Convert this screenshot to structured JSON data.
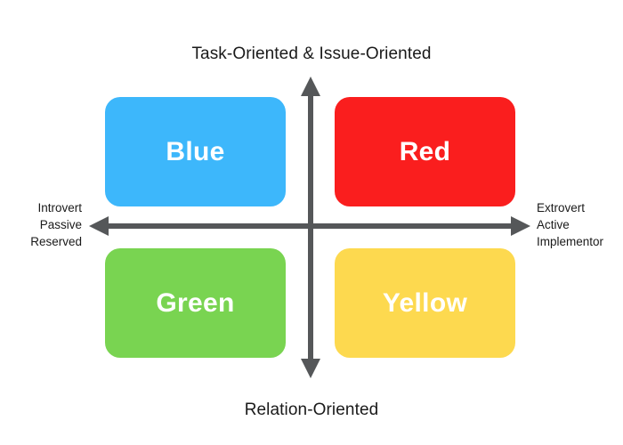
{
  "axes": {
    "top_title": "Task-Oriented & Issue-Oriented",
    "bottom_title": "Relation-Oriented",
    "left_labels": [
      "Introvert",
      "Passive",
      "Reserved"
    ],
    "right_labels": [
      "Extrovert",
      "Active",
      "Implementor"
    ],
    "line_color": "#555759"
  },
  "quadrants": [
    {
      "id": "blue",
      "label": "Blue",
      "color": "#3db7fb",
      "text_color": "#ffffff",
      "position": "top-left"
    },
    {
      "id": "red",
      "label": "Red",
      "color": "#fa1e1e",
      "text_color": "#ffffff",
      "position": "top-right"
    },
    {
      "id": "green",
      "label": "Green",
      "color": "#79d451",
      "text_color": "#ffffff",
      "position": "bottom-left"
    },
    {
      "id": "yellow",
      "label": "Yellow",
      "color": "#fdd94f",
      "text_color": "#ffffff",
      "position": "bottom-right"
    }
  ],
  "background": "#ffffff"
}
